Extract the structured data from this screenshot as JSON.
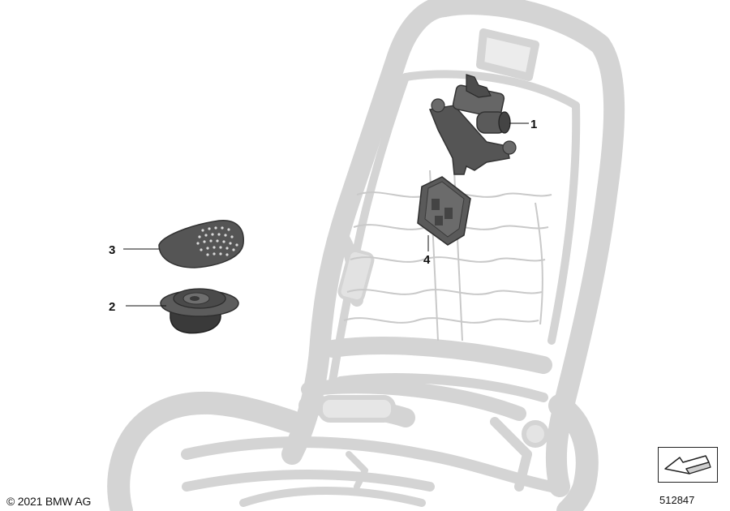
{
  "diagram": {
    "callouts": [
      {
        "number": "1",
        "part": "massage-pump"
      },
      {
        "number": "2",
        "part": "loudspeaker"
      },
      {
        "number": "3",
        "part": "speaker-grille"
      },
      {
        "number": "4",
        "part": "control-unit"
      }
    ],
    "copyright": "© 2021 BMW AG",
    "reference_number": "512847",
    "colors": {
      "frame": "#d7d7d7",
      "frame_edge": "#c4c4c4",
      "part": "#555555",
      "part_dark": "#333333",
      "line": "#111111"
    }
  }
}
